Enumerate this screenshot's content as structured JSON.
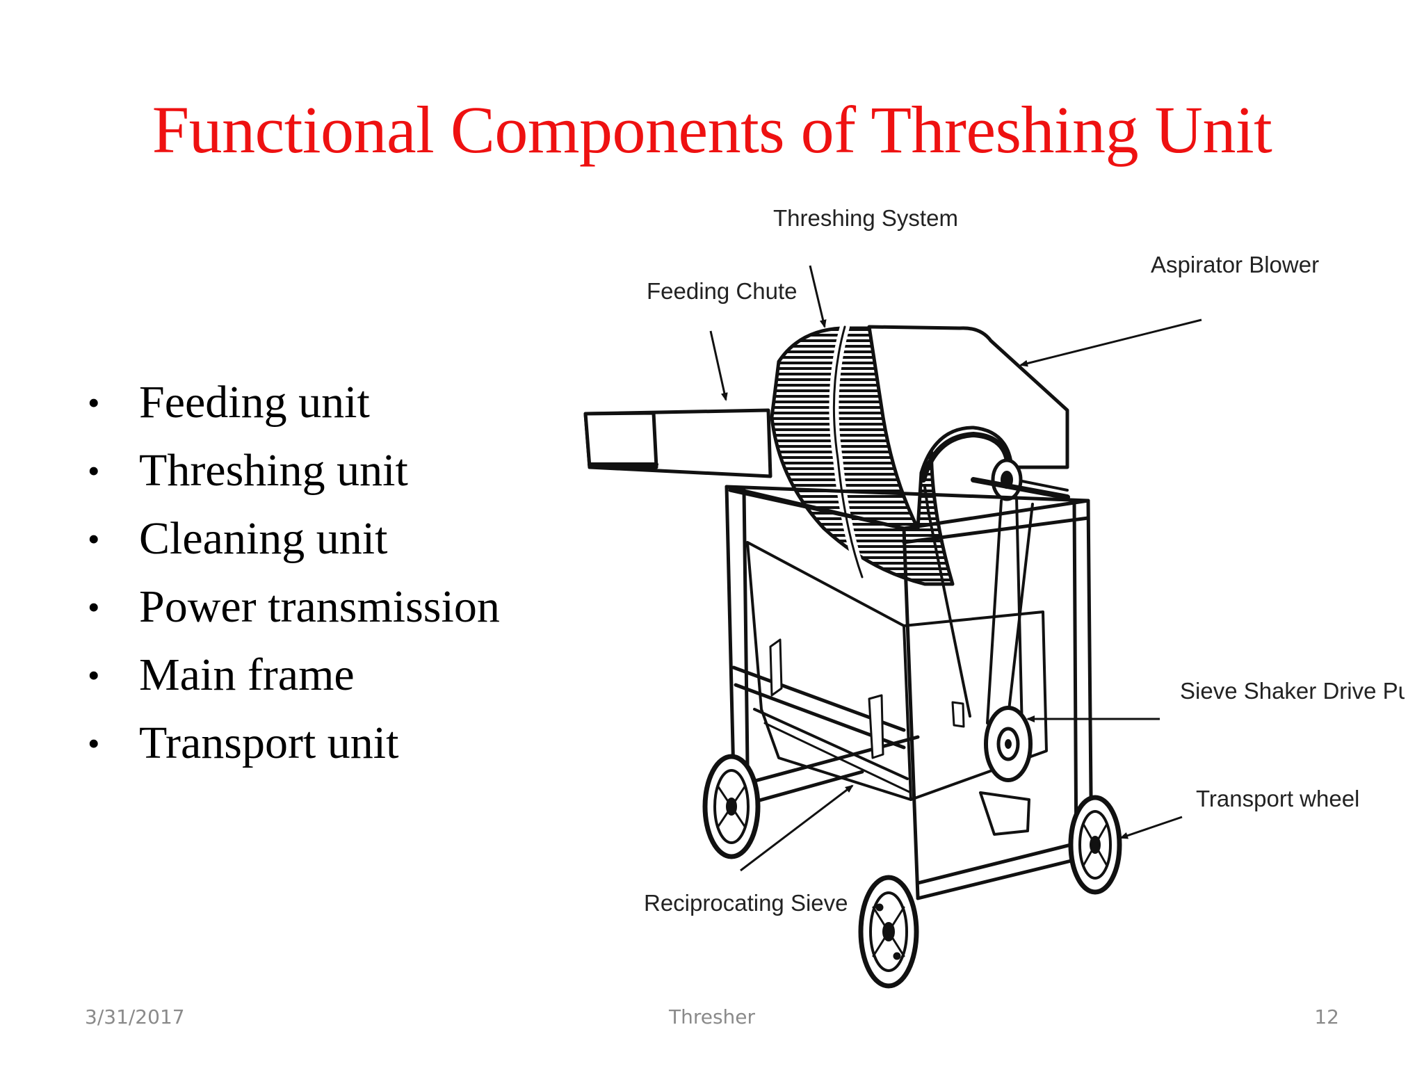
{
  "slide": {
    "title": "Functional Components of Threshing Unit",
    "bullets": [
      "Feeding unit",
      "Threshing unit",
      "Cleaning unit",
      "Power transmission",
      "Main frame",
      "Transport unit"
    ],
    "bullet_symbol": "•"
  },
  "diagram": {
    "labels": {
      "threshing_system": "Threshing System",
      "aspirator_blower": "Aspirator Blower",
      "feeding_chute": "Feeding Chute",
      "sieve_shaker_drive_pulley": "Sieve Shaker Drive Pulley",
      "transport_wheel": "Transport wheel",
      "reciprocating_sieve": "Reciprocating Sieve"
    }
  },
  "footer": {
    "date": "3/31/2017",
    "center": "Thresher",
    "page": "12"
  }
}
